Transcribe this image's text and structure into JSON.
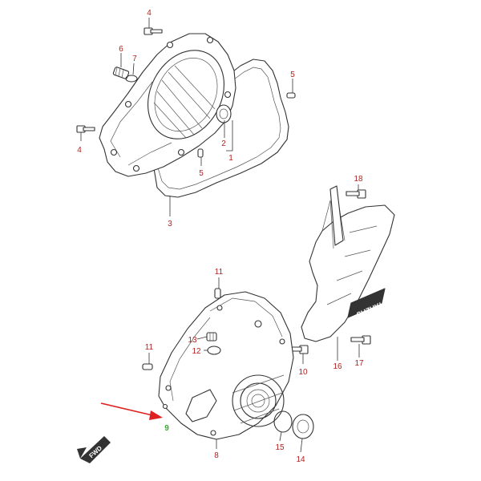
{
  "colors": {
    "label": "#b22222",
    "highlight_label": "#3aa635",
    "arrow": "#e02020",
    "line": "#333333"
  },
  "callouts": {
    "p1": "1",
    "p2": "2",
    "p3": "3",
    "p4a": "4",
    "p4b": "4",
    "p5a": "5",
    "p5b": "5",
    "p6": "6",
    "p7": "7",
    "p8": "8",
    "p9": "9",
    "p10": "10",
    "p11a": "11",
    "p11b": "11",
    "p12": "12",
    "p13": "13",
    "p14": "14",
    "p15": "15",
    "p16": "16",
    "p17": "17",
    "p18": "18"
  },
  "fwd_badge": "FWD",
  "cover_brand": "SUZUKI",
  "highlighted_part": "9"
}
